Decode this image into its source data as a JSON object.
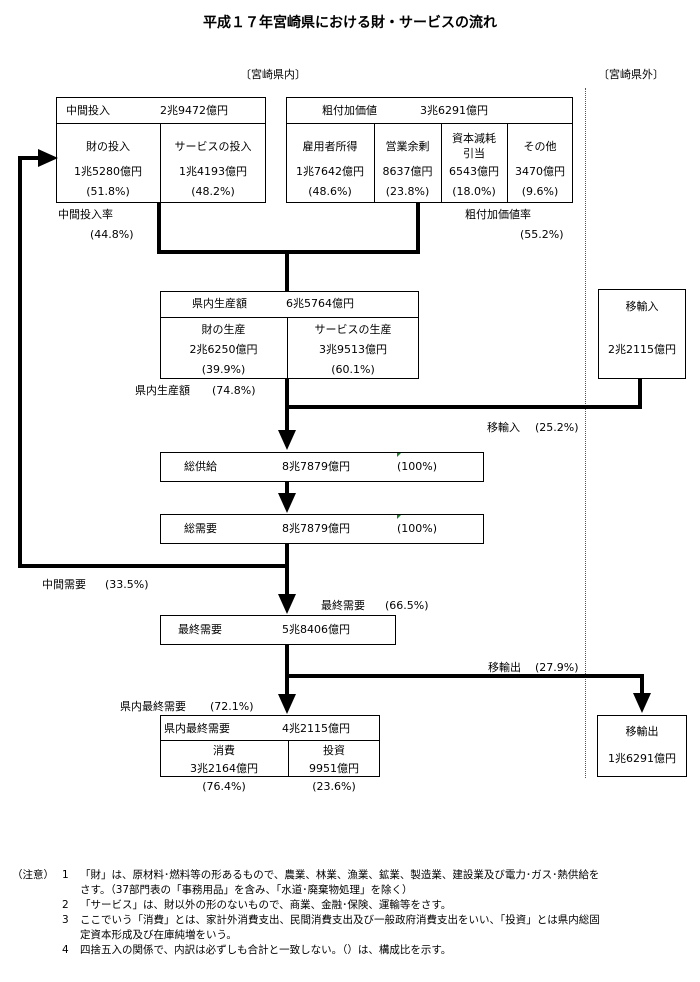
{
  "title": "平成１７年宮崎県における財・サービスの流れ",
  "regions": {
    "inner": "〔宮崎県内〕",
    "outer": "〔宮崎県外〕"
  },
  "intermediate_input": {
    "label": "中間投入",
    "value": "2兆9472億円",
    "goods": {
      "label": "財の投入",
      "value": "1兆5280億円",
      "pct": "(51.8%)"
    },
    "services": {
      "label": "サービスの投入",
      "value": "1兆4193億円",
      "pct": "(48.2%)"
    },
    "rate_label": "中間投入率",
    "rate_pct": "(44.8%)"
  },
  "value_added": {
    "label": "粗付加価値",
    "value": "3兆6291億円",
    "items": [
      {
        "label": "雇用者所得",
        "value": "1兆7642億円",
        "pct": "(48.6%)"
      },
      {
        "label": "営業余剰",
        "value": "8637億円",
        "pct": "(23.8%)"
      },
      {
        "label": "資本減耗",
        "label2": "引当",
        "value": "6543億円",
        "pct": "(18.0%)"
      },
      {
        "label": "その他",
        "value": "3470億円",
        "pct": "(9.6%)"
      }
    ],
    "rate_label": "粗付加価値率",
    "rate_pct": "(55.2%)"
  },
  "production": {
    "label": "県内生産額",
    "value": "6兆5764億円",
    "goods": {
      "label": "財の生産",
      "value": "2兆6250億円",
      "pct": "(39.9%)"
    },
    "services": {
      "label": "サービスの生産",
      "value": "3兆9513億円",
      "pct": "(60.1%)"
    },
    "share_label": "県内生産額",
    "share_pct": "(74.8%)"
  },
  "imports": {
    "label": "移輸入",
    "value": "2兆2115億円",
    "share_label": "移輸入",
    "share_pct": "(25.2%)"
  },
  "total_supply": {
    "label": "総供給",
    "value": "8兆7879億円",
    "pct": "(100%)"
  },
  "total_demand": {
    "label": "総需要",
    "value": "8兆7879億円",
    "pct": "(100%)"
  },
  "intermediate_demand": {
    "label": "中間需要",
    "pct": "(33.5%)"
  },
  "final_demand": {
    "label": "最終需要",
    "value": "5兆8406億円",
    "share_label": "最終需要",
    "share_pct": "(66.5%)"
  },
  "exports": {
    "label": "移輸出",
    "value": "1兆6291億円",
    "share_label": "移輸出",
    "share_pct": "(27.9%)"
  },
  "inner_final_demand": {
    "label": "県内最終需要",
    "value": "4兆2115億円",
    "share_label": "県内最終需要",
    "share_pct": "(72.1%)",
    "consumption": {
      "label": "消費",
      "value": "3兆2164億円",
      "pct": "(76.4%)"
    },
    "investment": {
      "label": "投資",
      "value": "9951億円",
      "pct": "(23.6%)"
    }
  },
  "notes": {
    "label": "（注意）",
    "items": [
      {
        "num": "1",
        "text": "「財」は、原材料･燃料等の形あるもので、農業、林業、漁業、鉱業、製造業、建設業及び電力･ガス･熱供給を",
        "text2": "さす。（37部門表の「事務用品」を含み、「水道･廃棄物処理」を除く）"
      },
      {
        "num": "2",
        "text": "「サービス」は、財以外の形のないもので、商業、金融･保険、運輸等をさす。"
      },
      {
        "num": "3",
        "text": "ここでいう「消費」とは、家計外消費支出、民間消費支出及び一般政府消費支出をいい、「投資」とは県内総固",
        "text2": "定資本形成及び在庫純増をいう。"
      },
      {
        "num": "4",
        "text": "四捨五入の関係で、内訳は必ずしも合計と一致しない。（）は、構成比を示す。"
      }
    ]
  }
}
